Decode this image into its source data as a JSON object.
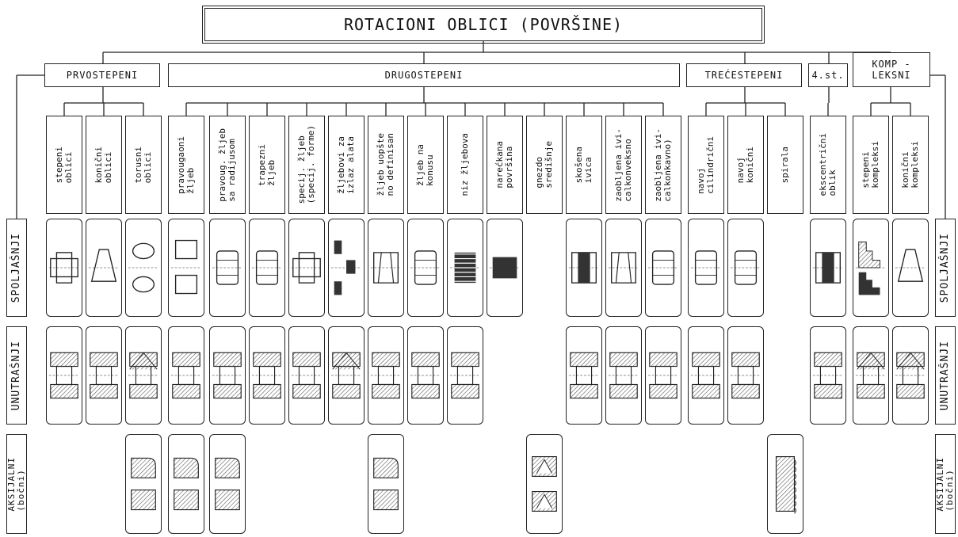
{
  "title": "ROTACIONI OBLICI (POVRŠINE)",
  "levels": [
    {
      "id": "prvo",
      "label": "PRVOSTEPENI"
    },
    {
      "id": "drugo",
      "label": "DRUGOSTEPENI"
    },
    {
      "id": "trece",
      "label": "TREĆESTEPENI"
    },
    {
      "id": "cetvrto",
      "label": "4.st."
    },
    {
      "id": "kompleksni",
      "label": "KOMP -\nLEKSNI"
    }
  ],
  "columns": [
    "stepeni\noblici",
    "konični\noblici",
    "torusni\noblici",
    "pravougaoni\nžljeb",
    "pravoug. žljeb\nsa radijusom",
    "trapezni\nžljeb",
    "specij. žljeb\n(specij. forme)",
    "žljebovi za\nizlaz alata",
    "žljeb uopšte\nno definisan",
    "žljeb na\nkonusu",
    "niz žljebova",
    "narećkana\npovršina",
    "gnezdo\nsredišnje",
    "skošena\nivica",
    "zaobljena ivi-\ncalkonveksno",
    "zaobljena ivi-\ncalkonkavno)",
    "navoj\ncilindrični",
    "navoj\nkonični",
    "spirala",
    "ekscentrični\noblik",
    "stepeni\nkompleksi",
    "konični\nkompleksi"
  ],
  "rows": [
    {
      "id": "spoljasnji",
      "label": "SPOLJAŠNJI",
      "right_label": "SPOLJAŠNJI"
    },
    {
      "id": "unutrasnji",
      "label": "UNUTRAŠNJI",
      "right_label": "UNUTRAŠNJI"
    },
    {
      "id": "aksijalni",
      "label": "AKSIJALNI\n(bočni)",
      "right_label": "AKSIJALNI\n(bočni)"
    }
  ],
  "row_presence": {
    "spoljasnji": [
      1,
      1,
      1,
      1,
      1,
      1,
      1,
      1,
      1,
      1,
      1,
      1,
      0,
      1,
      1,
      1,
      1,
      1,
      0,
      1,
      1,
      1
    ],
    "unutrasnji": [
      1,
      1,
      1,
      1,
      1,
      1,
      1,
      1,
      1,
      1,
      1,
      0,
      0,
      1,
      1,
      1,
      1,
      1,
      0,
      1,
      1,
      1
    ],
    "aksijalni": [
      0,
      0,
      1,
      1,
      1,
      0,
      0,
      0,
      1,
      0,
      0,
      0,
      1,
      0,
      0,
      0,
      0,
      0,
      1,
      0,
      0,
      0
    ]
  },
  "colors": {
    "ink": "#222222",
    "hatch": "#555555",
    "fill": "#333333"
  }
}
